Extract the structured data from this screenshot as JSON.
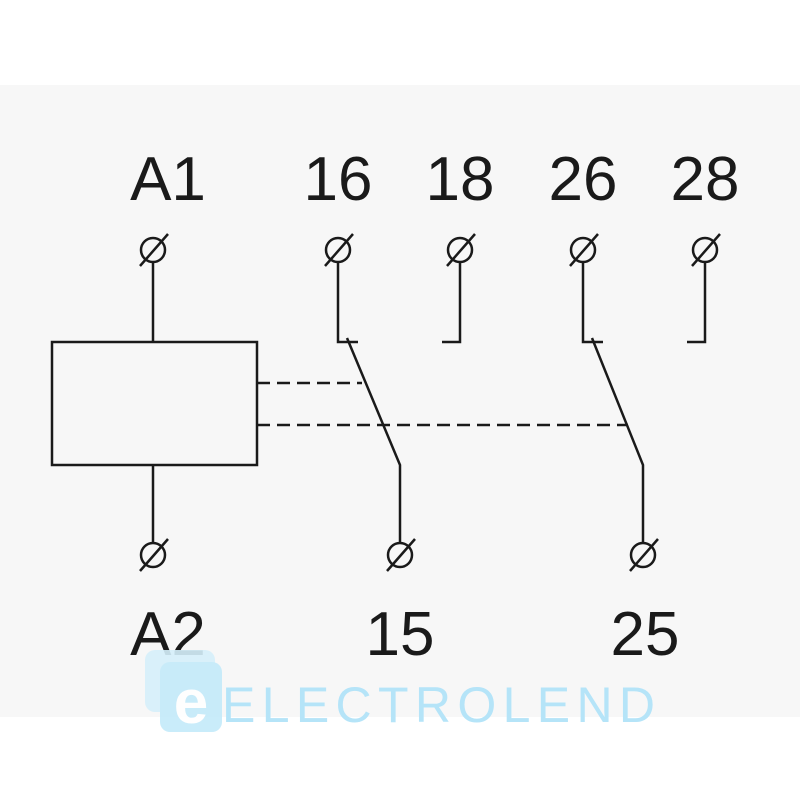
{
  "diagram": {
    "title": "Relay wiring diagram",
    "coil_terminals": {
      "top": "A1",
      "bottom": "A2"
    },
    "contact_terminals_top": [
      "16",
      "18",
      "26",
      "28"
    ],
    "common_terminals_bottom": [
      "15",
      "25"
    ]
  },
  "watermark": {
    "text": "ELECTROLEND",
    "logo_letter": "e",
    "color": "#b5e4f8"
  },
  "colors": {
    "line": "#1a1a1a",
    "background": "#f7f7f7"
  }
}
